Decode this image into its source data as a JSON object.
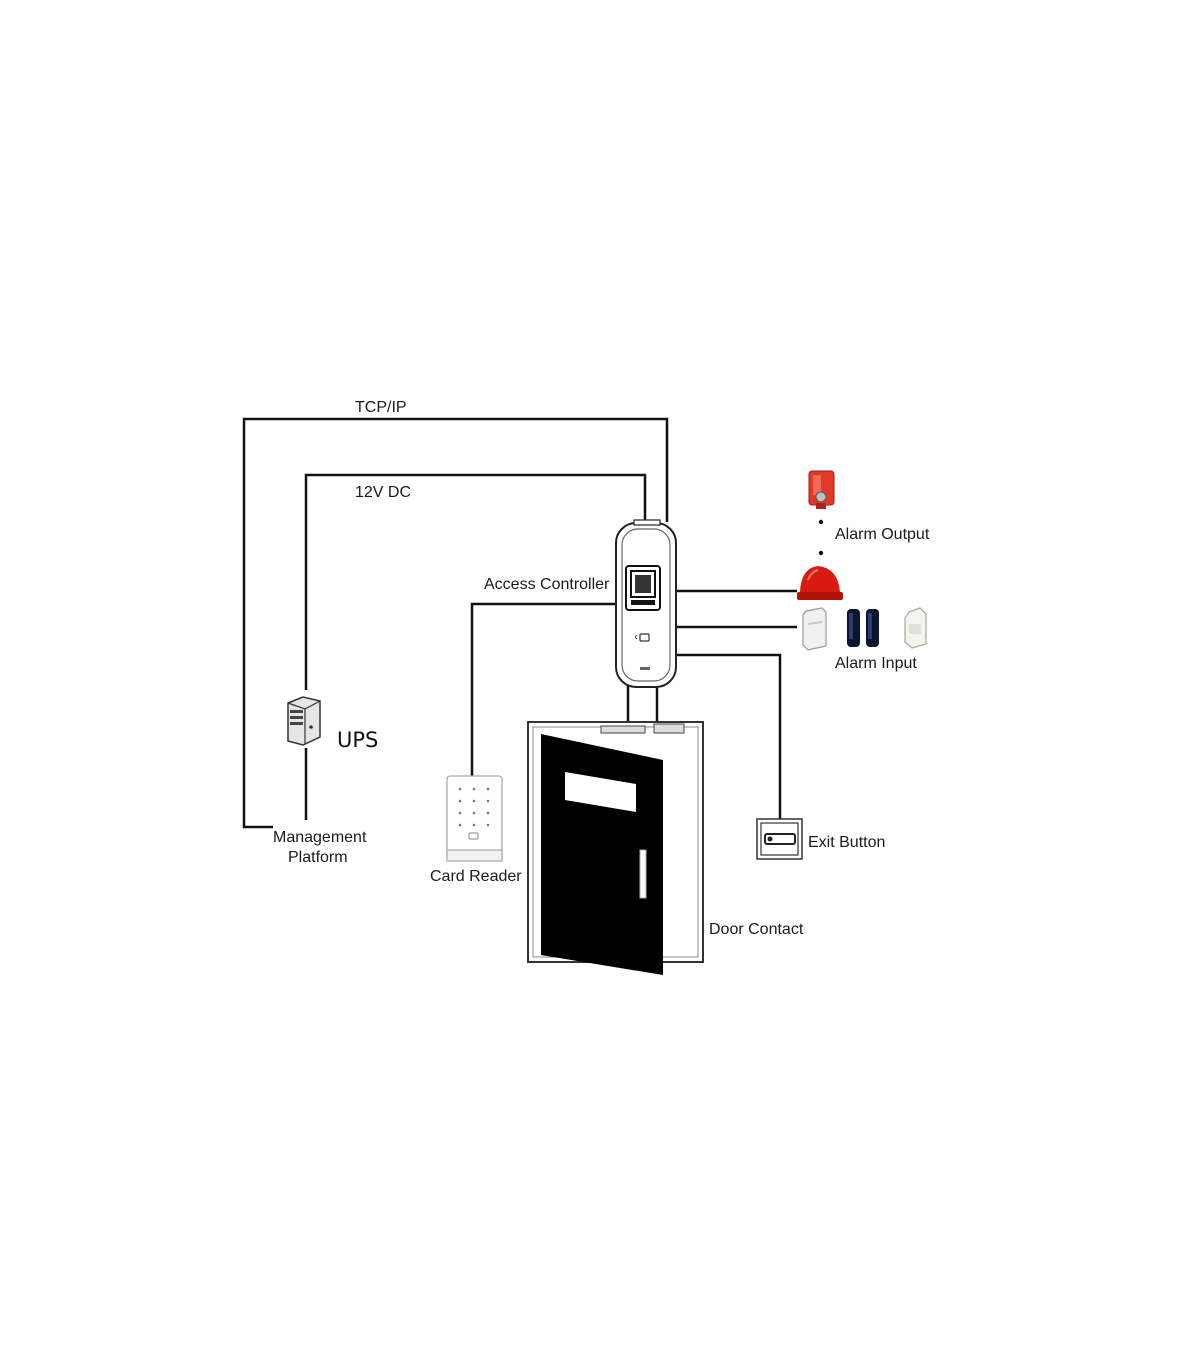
{
  "labels": {
    "tcpip": "TCP/IP",
    "dc": "12V DC",
    "access_controller": "Access Controller",
    "alarm_output": "Alarm Output",
    "alarm_input": "Alarm Input",
    "ups": "UPS",
    "management_line1": "Management",
    "management_line2": "Platform",
    "card_reader": "Card Reader",
    "exit_button": "Exit Button",
    "door_contact": "Door Contact"
  },
  "colors": {
    "wire": "#111111",
    "siren_red": "#e23a2a",
    "strobe_red": "#d81a10",
    "door": "#000000"
  },
  "icons": {
    "ups": "ups-icon",
    "access_controller": "fingerprint-access-controller-icon",
    "siren": "siren-alarm-icon",
    "strobe": "strobe-light-icon",
    "pir": "pir-sensor-icon",
    "beam": "beam-detector-icon",
    "smoke": "smoke-detector-icon",
    "card_reader": "card-reader-keypad-icon",
    "exit_button": "exit-button-icon",
    "door": "door-icon"
  }
}
